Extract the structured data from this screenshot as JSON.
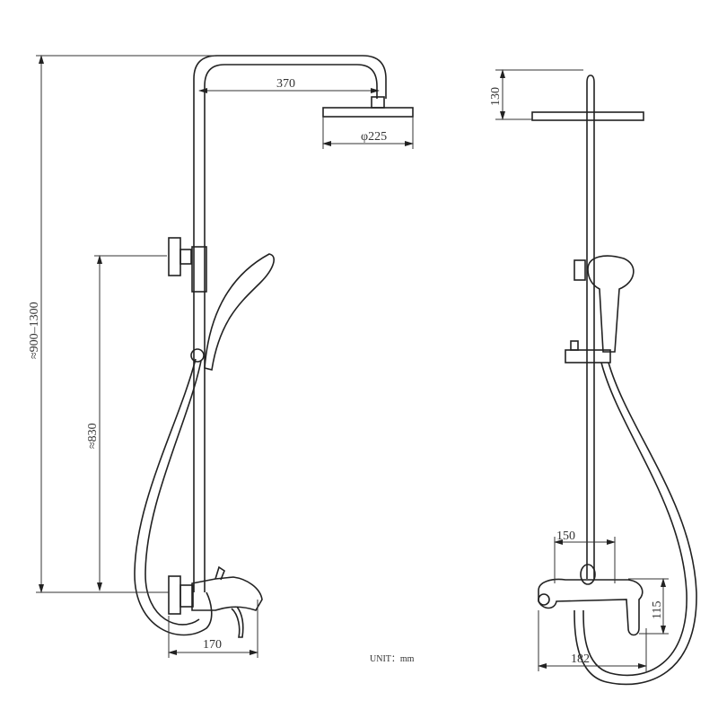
{
  "title": "Shower system dimension drawing",
  "front_view": {
    "dim_arm": "370",
    "dim_head": "φ225",
    "dim_total_height": "≈900–1300",
    "dim_bracket_height": "≈830",
    "dim_spout": "170"
  },
  "side_view": {
    "dim_head_drop": "130",
    "dim_inlet_spacing": "150",
    "dim_mixer_height": "115",
    "dim_mixer_width": "182"
  },
  "unit_label": "UNIT：mm"
}
